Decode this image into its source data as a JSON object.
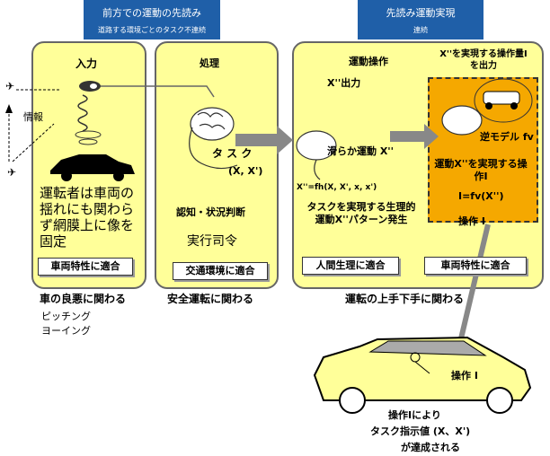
{
  "headers": {
    "left_title": "前方での運動の先読み",
    "left_sub": "道路する環境ごとのタスク不連続",
    "right_title": "先読み運動実現",
    "right_sub": "連続"
  },
  "input_panel": {
    "title": "入力",
    "info_label": "情報",
    "description": "運転者は車両の揺れにも関わらず網膜上に像を固定",
    "tag": "車両特性に適合"
  },
  "process_panel": {
    "title": "処理",
    "task_label": "タ ス ク",
    "task_values": "(X, X')",
    "judgement": "認知・状況判断",
    "command": "実行司令",
    "tag": "交通環境に適合"
  },
  "operation_panel": {
    "title": "運動操作",
    "output_label": "X''出力",
    "smooth_motion": "滑らか運動 X''",
    "formula": "X''=fh(X, X', x, x')",
    "pattern_text": "タスクを実現する生理的運動X''パターン発生",
    "tag_left": "人間生理に適合",
    "right_header": "X''を実現する操作量Iを出力",
    "inverse_model": "逆モデル fv",
    "op_text": "運動X''を実現する操作I",
    "op_formula": "I=fv(X'')",
    "op_label": "操作 I",
    "tag_right": "車両特性に適合"
  },
  "captions": {
    "cap1": "車の良悪に関わる",
    "cap1_sub1": "ピッチング",
    "cap1_sub2": "ヨーイング",
    "cap2": "安全運転に関わる",
    "cap3": "運転の上手下手に関わる"
  },
  "car_scene": {
    "op_label": "操作 I",
    "result_line1": "操作Iにより",
    "result_line2": "タスク指示値 (X、X')",
    "result_line3": "が達成される"
  }
}
